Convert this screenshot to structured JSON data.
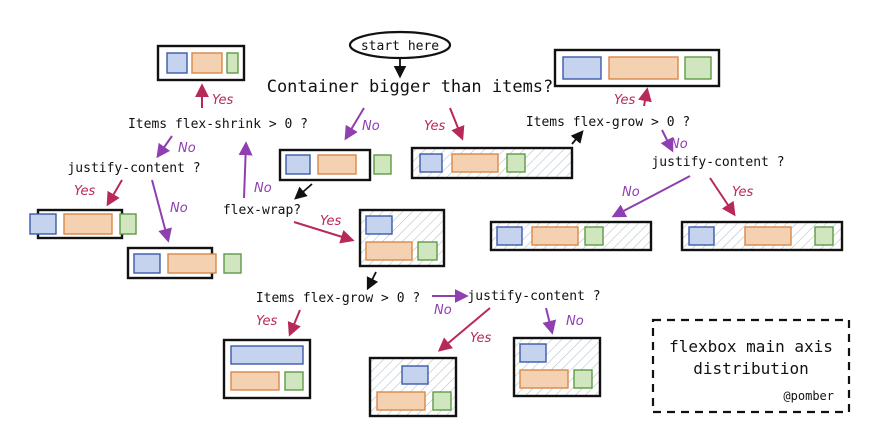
{
  "colors": {
    "ink": "#111111",
    "yes": "#b8295a",
    "no": "#8f3fb0",
    "blue_fill": "#c6d3ee",
    "blue_stroke": "#3b5aa8",
    "orange_fill": "#f4d2b1",
    "orange_stroke": "#d8874a",
    "green_fill": "#cfe6bf",
    "green_stroke": "#5e9a45",
    "hatch": "#b8c2cc"
  },
  "start": {
    "label": "start here"
  },
  "questions": {
    "container_bigger": "Container bigger than items?",
    "flex_shrink": "Items flex-shrink > 0 ?",
    "justify_content_left": "justify-content ?",
    "flex_wrap": "flex-wrap?",
    "flex_grow_top": "Items flex-grow > 0 ?",
    "justify_content_right": "justify-content ?",
    "flex_grow_bottom": "Items flex-grow > 0 ?",
    "justify_content_bottom": "justify-content ?"
  },
  "answers": {
    "yes": "Yes",
    "no": "No"
  },
  "legend": {
    "line1": "flexbox main axis",
    "line2": "distribution",
    "author": "@pomber"
  }
}
